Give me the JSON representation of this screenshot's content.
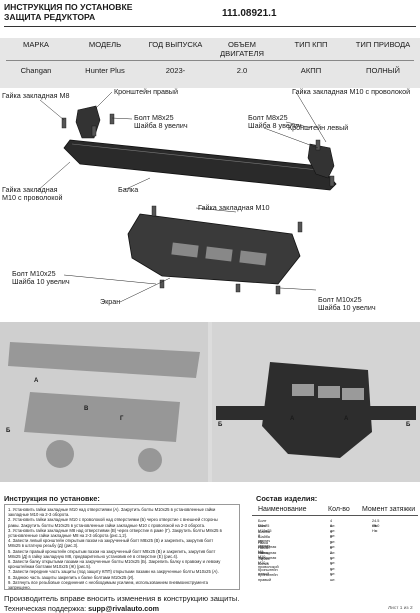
{
  "header": {
    "title_line1": "Инструкция по установке",
    "title_line2": "защита редуктора",
    "code": "111.08921.1"
  },
  "spec_table": {
    "headers": [
      "Марка",
      "Модель",
      "Год выпуска",
      "Объем двигателя",
      "Тип КПП",
      "Тип привода"
    ],
    "values": [
      "Changan",
      "Hunter Plus",
      "2023-",
      "2.0",
      "АКПП",
      "ПОЛНЫЙ"
    ]
  },
  "labels": {
    "nut_m8": "Гайка закладная М8",
    "bracket_right": "Кронштейн правый",
    "nut_m10_wire_top": "Гайка закладная М10 с проволокой",
    "bolt_m8_left_1": "Болт М8х25",
    "bolt_m8_left_2": "Шайба 8 увелич",
    "bolt_m8_right_1": "Болт М8х25",
    "bolt_m8_right_2": "Шайба 8 увелич",
    "bracket_left": "Кронштейн левый",
    "nut_m10_wire_left_1": "Гайка закладная",
    "nut_m10_wire_left_2": "М10 с проволокой",
    "beam": "Балка",
    "nut_m10": "Гайка закладная М10",
    "bolt_m10_left_1": "Болт М10х25",
    "bolt_m10_left_2": "Шайба 10 увелич",
    "screen": "Экран",
    "bolt_m10_right_1": "Болт М10х25",
    "bolt_m10_right_2": "Шайба 10 увелич"
  },
  "photo_markers": [
    "А",
    "Б",
    "В",
    "Г",
    "А",
    "Б",
    "А",
    "Б"
  ],
  "instructions": {
    "title": "Инструкция по установке:",
    "lines": [
      "1. Установить гайки закладные М10 над отверстиями (А). Закрутить болты М10х25 в установленные гайки",
      "закладные М10 на 2-3 оборота.",
      "2. Установить гайки закладные М10 с проволокой над отверстиями (Б) через отверстие с внешней стороны",
      "рамы. Закрутить болты М10х25 в установленные гайки закладные М10 с проволокой на 2-3 оборота.",
      "3. Установить гайки закладные М8 над отверстиями (В) через отверстие в раме (Г). Закрутить болты М8х25 в",
      "установленные гайки закладные М8 на 2-3 оборота (рис.1,2).",
      "4. Завести левый кронштейн открытым пазом на закрученный болт М8х25 (В) и закрепить, закрутив болт",
      "М8х25 в штатную резьбу (Д) (рис.3).",
      "5. Завести правый кронштейн открытым пазом на закрученный болт М8х25 (В) и закрепить, закрутив болт",
      "М8х25 (Д) в гайку закладную М8, предварительно установив её в отверстие (Е) (рис.4).",
      "6. Завести балку открытыми пазами на закрученные болты М10х25 (Б). Закрепить балку к правому и левому",
      "кронштейнам болтами М10х25 (Ж) (рис.5).",
      "7. Завести передние часть защиты (под защиту КПП) открытыми пазами на закрученные болты М10х25 (А).",
      "8. Заднюю часть защиты закрепить к балке болтами М10х25 (И).",
      "9. Затянуть все резьбовые соединения с необходимым усилием, использованием пневмоинструмента",
      "запрещено."
    ]
  },
  "components": {
    "title": "Состав изделия:",
    "headers": [
      "Наименование",
      "Кол-во",
      "Момент затяжки"
    ],
    "rows": [
      [
        "Болт М8х25",
        "4 шт.",
        "24.5 Нм"
      ],
      [
        "Болт М10х25",
        "8 шт.",
        "49.0 Нм"
      ],
      [
        "Шайба 8 увелич",
        "4 шт.",
        ""
      ],
      [
        "Шайба 10 увелич",
        "8 шт.",
        ""
      ],
      [
        "Гайка закладная М8",
        "2 шт.",
        ""
      ],
      [
        "Гайка закладная М10",
        "6 шт.",
        ""
      ],
      [
        "Гайка закладная М10 с проволокой",
        "2 шт.",
        ""
      ],
      [
        "Экран",
        "1 шт.",
        ""
      ],
      [
        "Балка",
        "1 шт.",
        ""
      ],
      [
        "Кронштейн левый",
        "1 шт.",
        ""
      ],
      [
        "Кронштейн правый",
        "1 шт.",
        ""
      ]
    ]
  },
  "footer": {
    "line1": "Производитель вправе вносить изменения в конструкцию защиты.",
    "line2_prefix": "Техническая поддержка: ",
    "email": "supp@rivalauto.com",
    "page": "Лист 1 из 2"
  }
}
